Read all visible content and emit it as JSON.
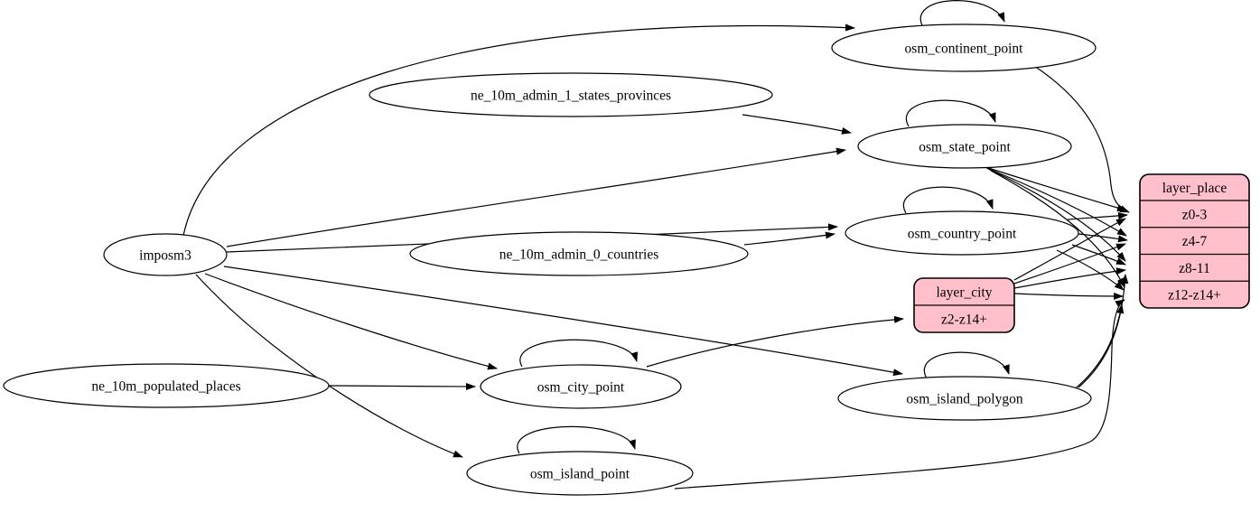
{
  "diagram": {
    "nodes": [
      {
        "id": "imposm3",
        "label": "imposm3",
        "kind": "ellipse"
      },
      {
        "id": "ne_10m_admin_1_states_provinces",
        "label": "ne_10m_admin_1_states_provinces",
        "kind": "ellipse"
      },
      {
        "id": "ne_10m_admin_0_countries",
        "label": "ne_10m_admin_0_countries",
        "kind": "ellipse"
      },
      {
        "id": "ne_10m_populated_places",
        "label": "ne_10m_populated_places",
        "kind": "ellipse"
      },
      {
        "id": "osm_continent_point",
        "label": "osm_continent_point",
        "kind": "ellipse"
      },
      {
        "id": "osm_state_point",
        "label": "osm_state_point",
        "kind": "ellipse"
      },
      {
        "id": "osm_country_point",
        "label": "osm_country_point",
        "kind": "ellipse"
      },
      {
        "id": "osm_city_point",
        "label": "osm_city_point",
        "kind": "ellipse"
      },
      {
        "id": "osm_island_polygon",
        "label": "osm_island_polygon",
        "kind": "ellipse"
      },
      {
        "id": "osm_island_point",
        "label": "osm_island_point",
        "kind": "ellipse"
      },
      {
        "id": "layer_city",
        "kind": "record",
        "header": "layer_city",
        "rows": [
          "z2-z14+"
        ]
      },
      {
        "id": "layer_place",
        "kind": "record",
        "header": "layer_place",
        "rows": [
          "z0-3",
          "z4-7",
          "z8-11",
          "z12-z14+"
        ]
      }
    ],
    "edges": [
      {
        "from": "imposm3",
        "to": "osm_continent_point"
      },
      {
        "from": "imposm3",
        "to": "osm_state_point"
      },
      {
        "from": "imposm3",
        "to": "osm_country_point"
      },
      {
        "from": "imposm3",
        "to": "osm_city_point"
      },
      {
        "from": "imposm3",
        "to": "osm_island_polygon"
      },
      {
        "from": "imposm3",
        "to": "osm_island_point"
      },
      {
        "from": "ne_10m_admin_1_states_provinces",
        "to": "osm_state_point"
      },
      {
        "from": "ne_10m_admin_0_countries",
        "to": "osm_country_point"
      },
      {
        "from": "ne_10m_populated_places",
        "to": "osm_city_point"
      },
      {
        "from": "osm_continent_point",
        "to": "osm_continent_point"
      },
      {
        "from": "osm_state_point",
        "to": "osm_state_point"
      },
      {
        "from": "osm_country_point",
        "to": "osm_country_point"
      },
      {
        "from": "osm_city_point",
        "to": "osm_city_point"
      },
      {
        "from": "osm_island_polygon",
        "to": "osm_island_polygon"
      },
      {
        "from": "osm_island_point",
        "to": "osm_island_point"
      },
      {
        "from": "osm_city_point",
        "to": "layer_city",
        "to_row": "z2-z14+"
      },
      {
        "from": "osm_continent_point",
        "to": "layer_place",
        "to_row": "z0-3"
      },
      {
        "from": "osm_state_point",
        "to": "layer_place",
        "to_row": "z0-3"
      },
      {
        "from": "osm_state_point",
        "to": "layer_place",
        "to_row": "z4-7"
      },
      {
        "from": "osm_state_point",
        "to": "layer_place",
        "to_row": "z8-11"
      },
      {
        "from": "osm_state_point",
        "to": "layer_place",
        "to_row": "z12-z14+"
      },
      {
        "from": "osm_country_point",
        "to": "layer_place",
        "to_row": "z0-3"
      },
      {
        "from": "osm_country_point",
        "to": "layer_place",
        "to_row": "z4-7"
      },
      {
        "from": "osm_country_point",
        "to": "layer_place",
        "to_row": "z8-11"
      },
      {
        "from": "osm_country_point",
        "to": "layer_place",
        "to_row": "z12-z14+"
      },
      {
        "from": "layer_city",
        "to": "layer_place",
        "to_row": "z0-3"
      },
      {
        "from": "layer_city",
        "to": "layer_place",
        "to_row": "z4-7"
      },
      {
        "from": "layer_city",
        "to": "layer_place",
        "to_row": "z8-11"
      },
      {
        "from": "layer_city",
        "to": "layer_place",
        "to_row": "z12-z14+"
      },
      {
        "from": "osm_island_polygon",
        "to": "layer_place",
        "to_row": "z8-11"
      },
      {
        "from": "osm_island_polygon",
        "to": "layer_place",
        "to_row": "z12-z14+"
      },
      {
        "from": "osm_island_point",
        "to": "layer_place",
        "to_row": "z12-z14+"
      }
    ],
    "colors": {
      "record_fill": "#ffc0cb",
      "node_fill": "#ffffff",
      "stroke": "#000000",
      "background": "#ffffff"
    }
  }
}
